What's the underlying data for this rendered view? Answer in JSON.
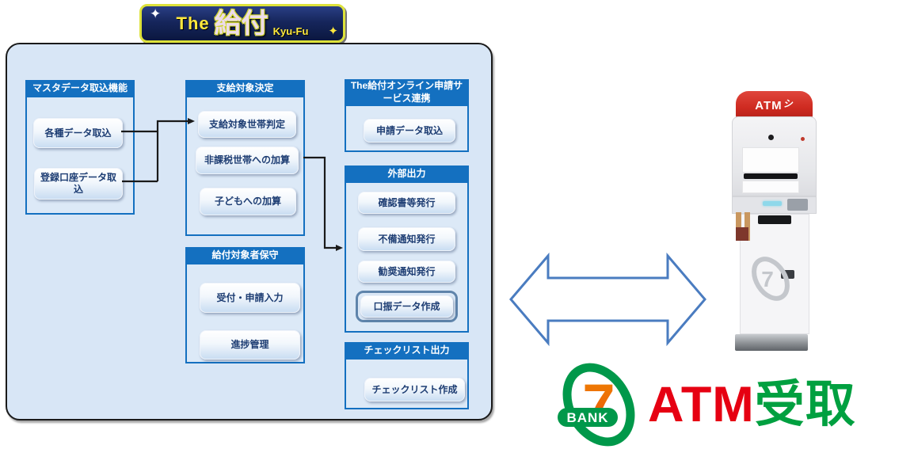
{
  "banner": {
    "sparkle": "✦",
    "prefix": "The",
    "main": "給付",
    "romaji": "Kyu-Fu"
  },
  "diagram": {
    "sections": [
      {
        "title": "マスタデータ取込機能",
        "buttons": [
          "各種データ取込",
          "登録口座データ取込"
        ]
      },
      {
        "title": "支給対象決定",
        "buttons": [
          "支給対象世帯判定",
          "非課税世帯への加算",
          "子どもへの加算"
        ]
      },
      {
        "title": "給付対象者保守",
        "buttons": [
          "受付・申請入力",
          "進捗管理"
        ]
      },
      {
        "title": "The給付オンライン申請サービス連携",
        "buttons": [
          "申請データ取込"
        ]
      },
      {
        "title": "外部出力",
        "buttons": [
          "確認書等発行",
          "不備通知発行",
          "勧奨通知発行",
          "口振データ作成"
        ]
      },
      {
        "title": "チェックリスト出力",
        "buttons": [
          "チェックリスト作成"
        ]
      }
    ]
  },
  "atm_machine": {
    "cap_text": "ATM",
    "cap_mark": "シ"
  },
  "seven_logo": {
    "seven": "7",
    "bank": "BANK"
  },
  "receive_label": {
    "atm": "ATM",
    "uketori": "受取"
  },
  "colors": {
    "container_fill": "#d8e6f6",
    "header_blue": "#1470c0",
    "banner_navy": "#16265c",
    "banner_border_yellow": "#dde23a",
    "flow_arrow_black": "#1a1a1a",
    "big_arrow_blue": "#4a7cc0",
    "highlight_ring": "#5f84ab",
    "atm_cap_red": "#ce2a20",
    "seven_green": "#00984a",
    "seven_orange": "#f08300",
    "atm_text_red": "#e60012",
    "uketori_green": "#00a040"
  }
}
